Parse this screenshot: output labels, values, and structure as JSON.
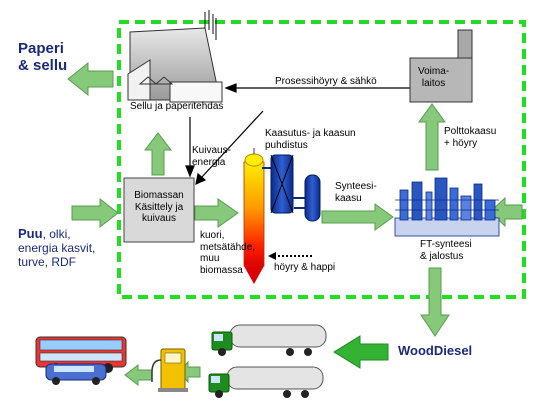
{
  "labels": {
    "paper_pulp": "Paperi\n& sellu",
    "mill": "Sellu ja paperitehdas",
    "process_steam": "Prosessihöyry & sähkö",
    "power_plant": "Voima-\nlaitos",
    "drying_energy": "Kuivaus-\nenergia",
    "gas_cleaning": "Kaasutus- ja kaasun\npuhdistus",
    "fuel_gas": "Polttokaasu\n+ höyry",
    "biomass_box": "Biomassan\nKäsittely ja\nkuivaus",
    "synthesis_gas": "Synteesi-\nkaasu",
    "feed_biomass": "kuori,\nmetsätähde,\nmuu\nbiomassa",
    "steam_oxygen": "höyry & happi",
    "ft_synthesis": "FT-synteesi\n& jalostus",
    "inputs_bold": "Puu",
    "inputs_rest": ", olki,\nenergia kasvit,\nturve, RDF",
    "product": "WoodDiesel"
  },
  "colors": {
    "green_arrow": "#86c97a",
    "green_arrow_dark": "#2e9e2e",
    "dashed_border": "#22dd22",
    "navy_text": "#1a2a7a",
    "box_gray": "#d9d9d9"
  },
  "icons": [
    "pulp-mill-icon",
    "power-plant-icon",
    "gasifier-icon",
    "gas-cleaning-icon",
    "ft-refinery-icon",
    "bus-icon",
    "fuel-pump-icon",
    "tanker-truck-icon"
  ]
}
